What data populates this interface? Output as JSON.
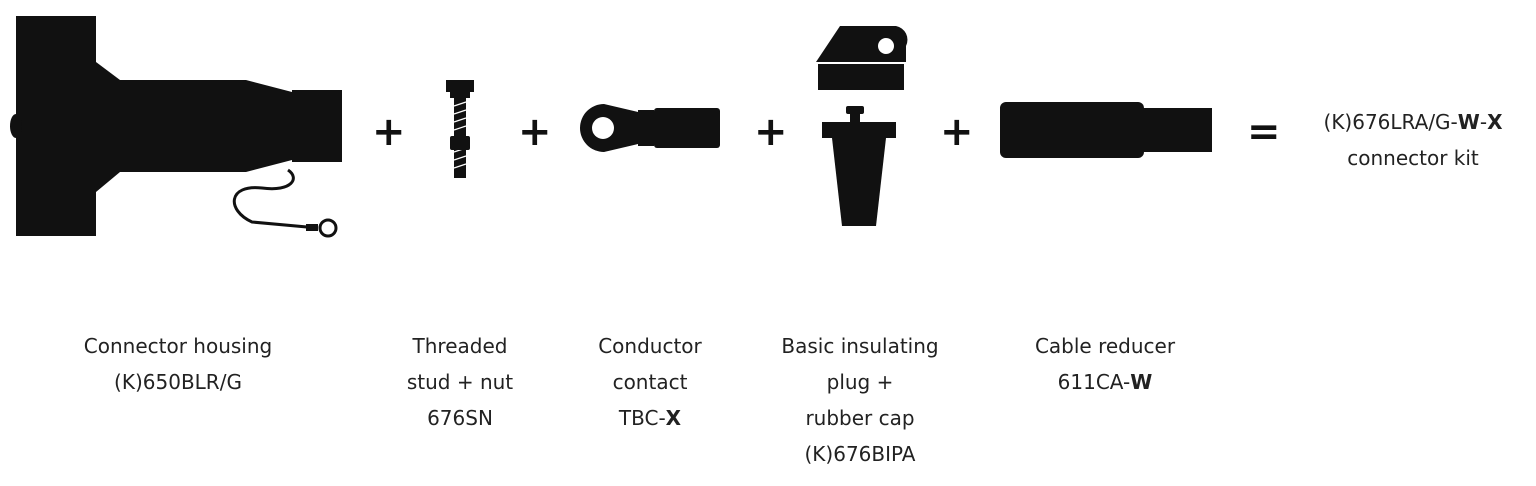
{
  "colors": {
    "ink": "#111111",
    "background": "#ffffff"
  },
  "operators": {
    "plus": "+",
    "equals": "="
  },
  "components": [
    {
      "name_line1": "Connector housing",
      "code": "(K)650BLR/G",
      "icon": "connector-housing-drawing"
    },
    {
      "name_line1": "Threaded",
      "name_line2": "stud + nut",
      "code": "676SN",
      "icon": "threaded-stud-drawing"
    },
    {
      "name_line1": "Conductor",
      "name_line2": "contact",
      "code_prefix": "TBC-",
      "code_var": "X",
      "icon": "conductor-contact-drawing"
    },
    {
      "name_line1": "Basic insulating",
      "name_line2": "plug +",
      "name_line3": "rubber cap",
      "code": "(K)676BIPA",
      "icon": "insulating-plug-drawing"
    },
    {
      "name_line1": "Cable reducer",
      "code_prefix": "611CA-",
      "code_var": "W",
      "icon": "cable-reducer-drawing"
    }
  ],
  "result": {
    "code_prefix": "(K)676LRA/G-",
    "var_w": "W",
    "sep": "-",
    "var_x": "X",
    "line2": "connector kit"
  }
}
